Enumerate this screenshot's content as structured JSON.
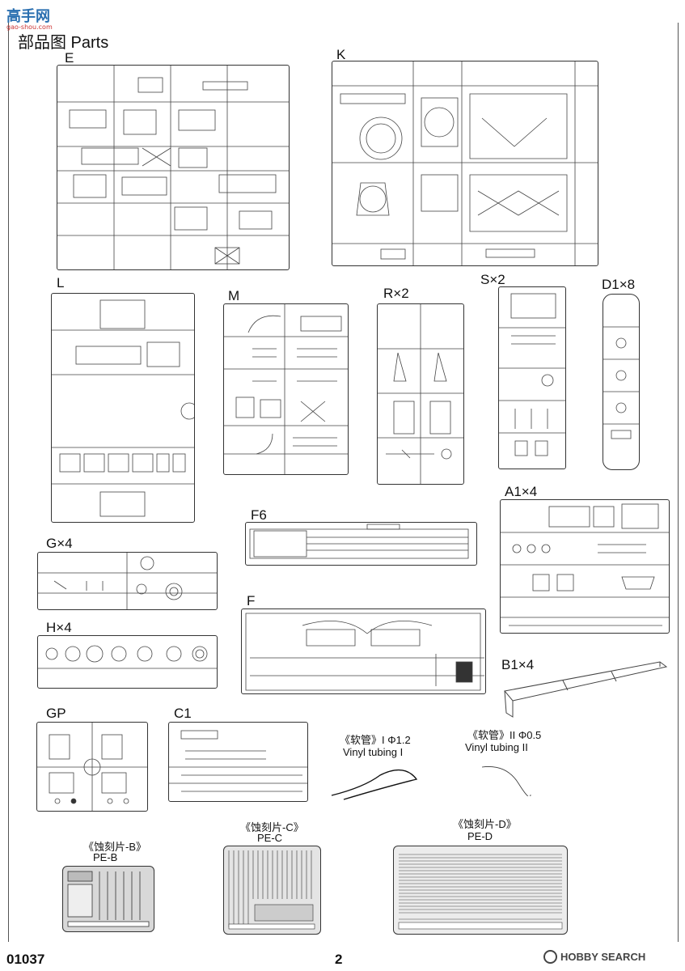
{
  "header": {
    "logo_text": "高手网",
    "logo_sub": "gao-shou.com",
    "title": "部品图 Parts"
  },
  "sprues": [
    {
      "id": "E",
      "label": "E"
    },
    {
      "id": "K",
      "label": "K"
    },
    {
      "id": "L",
      "label": "L"
    },
    {
      "id": "M",
      "label": "M"
    },
    {
      "id": "R",
      "label": "R×2"
    },
    {
      "id": "S",
      "label": "S×2"
    },
    {
      "id": "D1",
      "label": "D1×8"
    },
    {
      "id": "F6",
      "label": "F6"
    },
    {
      "id": "A1",
      "label": "A1×4"
    },
    {
      "id": "G",
      "label": "G×4"
    },
    {
      "id": "F",
      "label": "F"
    },
    {
      "id": "H",
      "label": "H×4"
    },
    {
      "id": "B1",
      "label": "B1×4"
    },
    {
      "id": "GP",
      "label": "GP"
    },
    {
      "id": "C1",
      "label": "C1"
    }
  ],
  "tubing": [
    {
      "cn": "《软管》I Φ1.2",
      "en": "Vinyl tubing  I"
    },
    {
      "cn": "《软管》II Φ0.5",
      "en": "Vinyl tubing  II"
    }
  ],
  "photo_etch": [
    {
      "cn": "《蚀刻片-B》",
      "en": "PE-B"
    },
    {
      "cn": "《蚀刻片-C》",
      "en": "PE-C"
    },
    {
      "cn": "《蚀刻片-D》",
      "en": "PE-D"
    }
  ],
  "footer": {
    "code": "01037",
    "page": "2",
    "watermark": "HOBBY SEARCH"
  }
}
